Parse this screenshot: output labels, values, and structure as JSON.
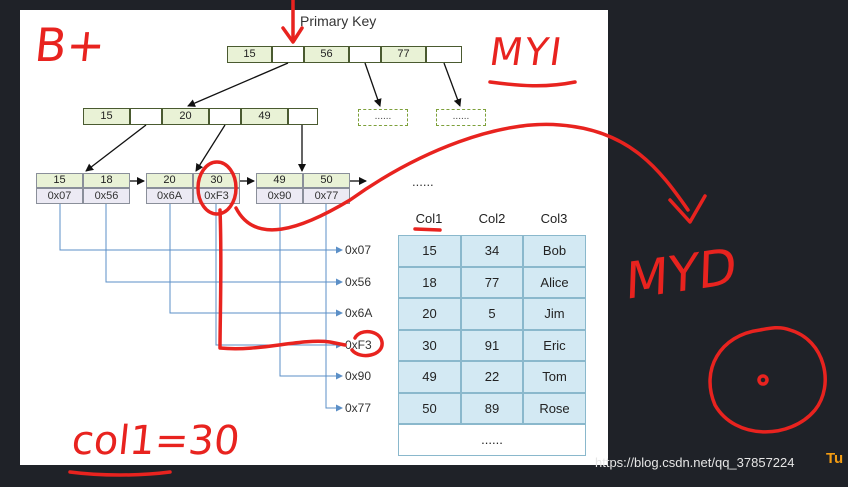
{
  "title": "Primary Key",
  "root_keys": [
    "15",
    "56",
    "77"
  ],
  "level2_keys": [
    "15",
    "20",
    "49"
  ],
  "dashed_node_text": "......",
  "leaf_nodes": [
    {
      "keys": [
        "15",
        "18"
      ],
      "addrs": [
        "0x07",
        "0x56"
      ]
    },
    {
      "keys": [
        "20",
        "30"
      ],
      "addrs": [
        "0x6A",
        "0xF3"
      ]
    },
    {
      "keys": [
        "49",
        "50"
      ],
      "addrs": [
        "0x90",
        "0x77"
      ]
    }
  ],
  "leaf_ellipsis": "......",
  "data_addresses": [
    "0x07",
    "0x56",
    "0x6A",
    "0xF3",
    "0x90",
    "0x77"
  ],
  "table": {
    "headers": [
      "Col1",
      "Col2",
      "Col3"
    ],
    "rows": [
      [
        "15",
        "34",
        "Bob"
      ],
      [
        "18",
        "77",
        "Alice"
      ],
      [
        "20",
        "5",
        "Jim"
      ],
      [
        "30",
        "91",
        "Eric"
      ],
      [
        "49",
        "22",
        "Tom"
      ],
      [
        "50",
        "89",
        "Rose"
      ]
    ],
    "footer": "......"
  },
  "annotations": {
    "b_plus": "B+",
    "myi": "MYI",
    "myd": "MYD",
    "query": "col1=30"
  },
  "watermark": "https://blog.csdn.net/qq_37857224",
  "colors": {
    "background": "#1f2228",
    "annotation_red": "#e8231f",
    "node_green": "#e9f2d6",
    "table_blue": "#d3e9f3",
    "link_blue": "#5b8fc7"
  }
}
